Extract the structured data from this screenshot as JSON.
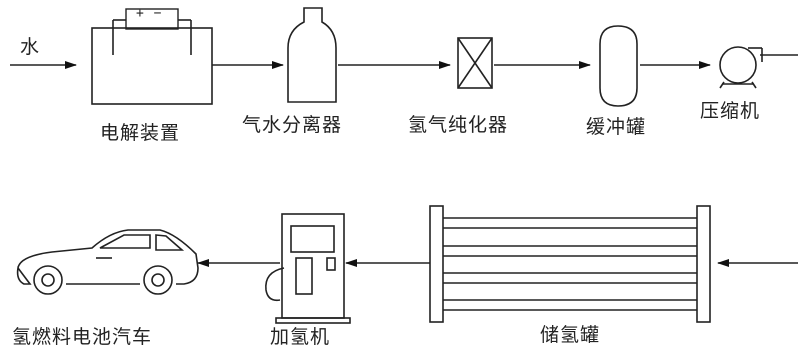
{
  "top_row": {
    "input_label": "水",
    "battery_signs": "+ −",
    "labels": {
      "electrolyzer": "电解装置",
      "separator": "气水分离器",
      "purifier": "氢气纯化器",
      "buffer_tank": "缓冲罐",
      "compressor": "压缩机"
    }
  },
  "bottom_row": {
    "labels": {
      "fuel_cell_car": "氢燃料电池汽车",
      "dispenser": "加氢机",
      "storage_tank": "储氢罐"
    }
  }
}
